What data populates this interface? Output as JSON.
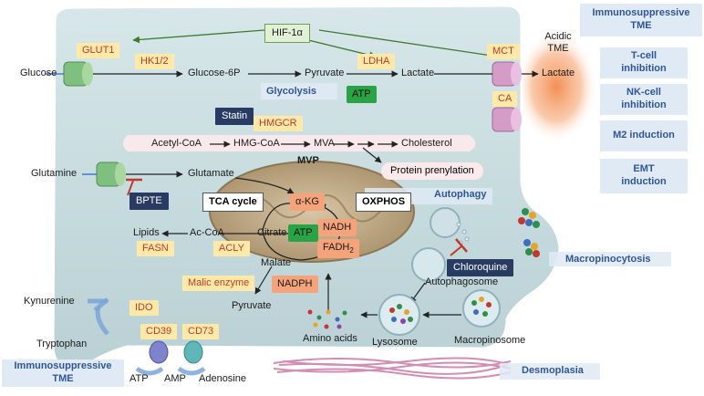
{
  "hif": "HIF-1α",
  "enzymes": {
    "glut1": "GLUT1",
    "hk12": "HK1/2",
    "ldha": "LDHA",
    "mct": "MCT",
    "ca": "CA",
    "hmgcr": "HMGCR",
    "fasn": "FASN",
    "acly": "ACLY",
    "malic": "Malic enzyme",
    "ido": "IDO",
    "cd39": "CD39",
    "cd73": "CD73"
  },
  "metabolites": {
    "glucose": "Glucose",
    "glucose6p": "Glucose-6P",
    "pyruvate": "Pyruvate",
    "lactate_in": "Lactate",
    "lactate_out": "Lactate",
    "acetylcoa": "Acetyl-CoA",
    "hmgcoa": "HMG-CoA",
    "mva": "MVA",
    "cholesterol": "Cholesterol",
    "protein_prenylation": "Protein prenylation",
    "glutamine": "Glutamine",
    "glutamate": "Glutamate",
    "akg": "α-KG",
    "citrate": "Citrate",
    "accoa": "Ac-CoA",
    "lipids": "Lipids",
    "malate": "Malate",
    "pyruvate2": "Pyruvate",
    "kynurenine": "Kynurenine",
    "tryptophan": "Tryptophan",
    "aminoacids": "Amino acids",
    "atp_out": "ATP",
    "amp": "AMP",
    "adenosine": "Adenosine"
  },
  "cofactors": {
    "nadh": "NADH",
    "fadh2_base": "FADH",
    "fadh2_sub": "2",
    "nadph": "NADPH",
    "atp_glyco": "ATP",
    "atp_mito": "ATP"
  },
  "processes": {
    "glycolysis": "Glycolysis",
    "mvp": "MVP",
    "tca": "TCA cycle",
    "oxphos": "OXPHOS",
    "autophagy": "Autophagy",
    "autophagosome": "Autophagosome",
    "lysosome": "Lysosome",
    "macropinosome": "Macropinosome",
    "macropinocytosis": "Macropinocytosis",
    "desmoplasia": "Desmoplasia",
    "acidic_tme": "Acidic TME"
  },
  "inhibitors": {
    "statin": "Statin",
    "bpte": "BPTE",
    "chloroquine": "Chloroquine"
  },
  "tme_panel": {
    "title": "Immunosuppressive TME",
    "items": [
      "T-cell inhibition",
      "NK-cell inhibition",
      "M2 induction",
      "EMT induction"
    ]
  },
  "tme_bottom": "Immunosuppressive TME",
  "colors": {
    "cell": "#c9dde0",
    "enzyme_bg": "#ffe9a8",
    "enzyme_text": "#c0392b",
    "atp": "#2aa347",
    "inhibitor": "#283c63",
    "panel": "#dfeaf5",
    "panel_text": "#2f5597"
  }
}
